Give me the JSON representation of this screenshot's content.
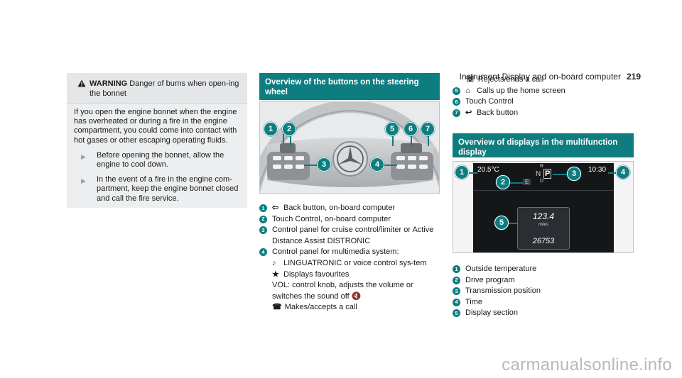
{
  "header": {
    "title": "Instrument Display and on-board computer",
    "page_number": "219"
  },
  "warning": {
    "label": "WARNING",
    "title_rest": "Danger of burns when open-ing the bonnet",
    "body": "If you open the engine bonnet when the engine has overheated or during a fire in the engine compartment, you could come into contact with hot gases or other escaping operating fluids.",
    "steps": [
      "Before opening the bonnet, allow the engine to cool down.",
      "In the event of a fire in the engine com-partment, keep the engine bonnet closed and call the fire service."
    ]
  },
  "section1": {
    "title": "Overview of the buttons on the steering wheel",
    "items": [
      {
        "n": "1",
        "text": "Back button, on-board computer"
      },
      {
        "n": "2",
        "text": "Touch Control, on-board computer"
      },
      {
        "n": "3",
        "text": "Control panel for cruise control/limiter or Active Distance Assist DISTRONIC"
      },
      {
        "n": "4",
        "text": "Control panel for multimedia system:"
      }
    ],
    "sub_items": [
      {
        "text": "LINGUATRONIC or voice control sys-tem"
      },
      {
        "text": "Displays favourites"
      },
      {
        "text": "VOL: control knob, adjusts the volume or switches the sound off"
      },
      {
        "text": "Makes/accepts a call"
      }
    ],
    "continued": [
      {
        "n": "",
        "text": "Rejects/ends a call"
      },
      {
        "n": "5",
        "text": "Calls up the home screen"
      },
      {
        "n": "6",
        "text": "Touch Control"
      },
      {
        "n": "7",
        "text": "Back button"
      }
    ]
  },
  "section2": {
    "title": "Overview of displays in the multifunction display",
    "display": {
      "temperature": "20.5°C",
      "gear_r": "R",
      "gear_n": "N",
      "gear_p": "P",
      "gear_d": "D",
      "drive_program": "E",
      "time": "10:30",
      "value": "123.4",
      "unit": "miles",
      "odometer": "26753"
    },
    "items": [
      {
        "n": "1",
        "text": "Outside temperature"
      },
      {
        "n": "2",
        "text": "Drive program"
      },
      {
        "n": "3",
        "text": "Transmission position"
      },
      {
        "n": "4",
        "text": "Time"
      },
      {
        "n": "5",
        "text": "Display section"
      }
    ]
  },
  "callouts_wheel": [
    "1",
    "2",
    "3",
    "4",
    "5",
    "6",
    "7"
  ],
  "callouts_display": [
    "1",
    "2",
    "3",
    "4",
    "5"
  ],
  "footer": {
    "url": "carmanualsonline.info"
  },
  "colors": {
    "accent": "#0e7d80",
    "warning_bg": "#eceeef"
  }
}
